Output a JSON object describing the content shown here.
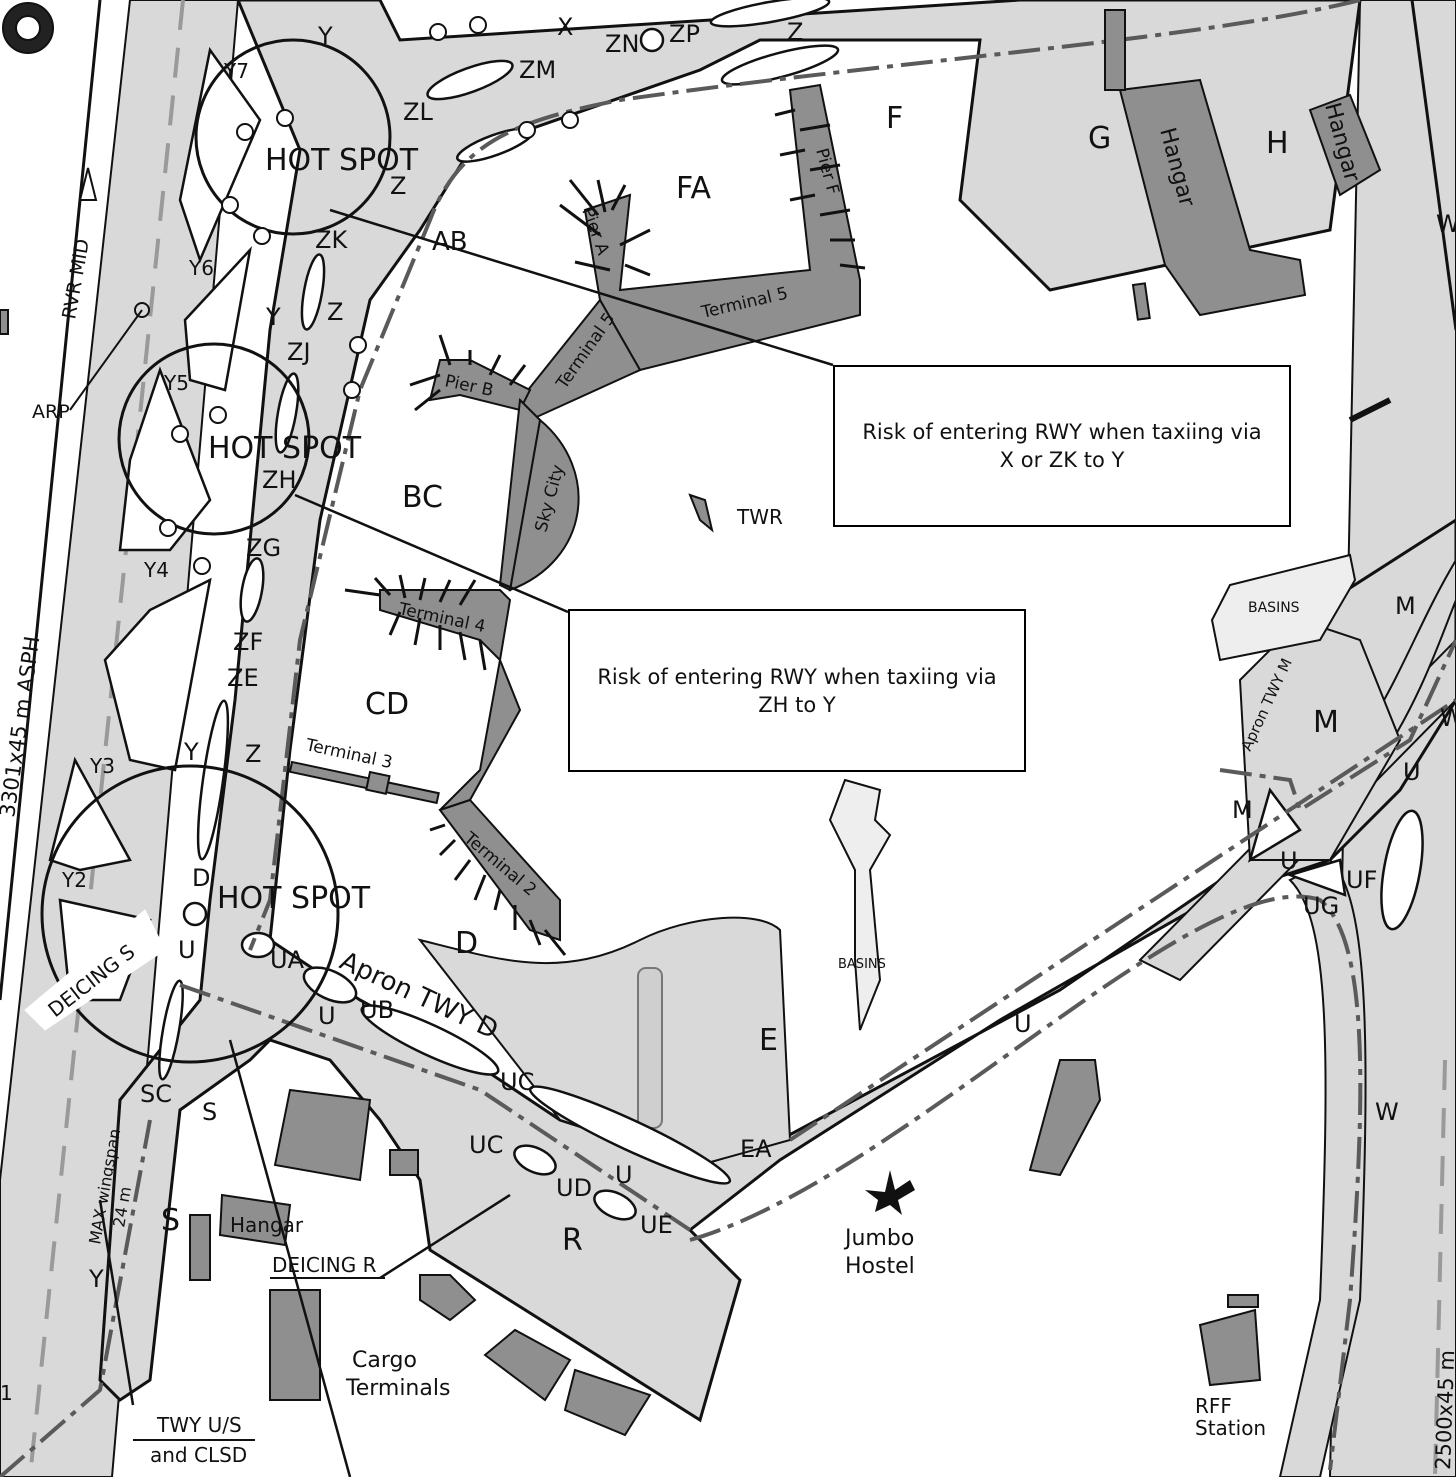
{
  "colors": {
    "pavement": "#d9d9d9",
    "building": "#8f8f8f",
    "outline": "#111111",
    "background": "#ffffff",
    "centerline_dash": "#5a5a5a",
    "runway_centerline": "#9a9a9a"
  },
  "hot_spots": [
    "HOT SPOT",
    "HOT SPOT",
    "HOT SPOT"
  ],
  "callouts": [
    {
      "text": "Risk of entering RWY when taxiing via\nX or ZK to Y"
    },
    {
      "text": "Risk of entering RWY when taxiing via\nZH to Y"
    }
  ],
  "runways": {
    "left": "3301x45 m ASPH",
    "right": "2500x45 m"
  },
  "navaids": {
    "rvr": "RVR MID",
    "arp": "ARP"
  },
  "aprons": [
    "F",
    "FA",
    "G",
    "H",
    "BC",
    "CD",
    "D",
    "E",
    "R",
    "S",
    "M"
  ],
  "apron_taxiway_d": "Apron TWY D",
  "apron_taxiway_m": "Apron TWY M",
  "taxiways": [
    "X",
    "ZN",
    "ZP",
    "Z",
    "ZM",
    "ZL",
    "Y",
    "Y7",
    "Z",
    "AB",
    "ZK",
    "Y6",
    "Y",
    "Z",
    "ZJ",
    "Y5",
    "ZH",
    "ZG",
    "Y4",
    "ZF",
    "ZE",
    "Y",
    "Z",
    "Y3",
    "Y2",
    "D",
    "U",
    "UA",
    "U",
    "UB",
    "UC",
    "UC",
    "UD",
    "U",
    "UE",
    "EA",
    "SC",
    "S",
    "Y",
    "U",
    "M",
    "M",
    "U",
    "U",
    "UF",
    "UG",
    "W",
    "W",
    "W",
    "1"
  ],
  "terminals": [
    "Terminal 5",
    "Terminal 5",
    "Terminal 4",
    "Terminal 3",
    "Terminal 2",
    "Pier A",
    "Pier B",
    "Pier F",
    "Sky City"
  ],
  "buildings": {
    "hangar_g": "Hangar",
    "hangar_h": "Hangar",
    "hangar_s": "Hangar",
    "tower": "TWR",
    "basins_1": "BASINS",
    "basins_2": "BASINS",
    "jumbo": "Jumbo\nHostel",
    "cargo": "Cargo\nTerminals",
    "rff": "RFF\nStation"
  },
  "deicing": {
    "s": "DEICING S",
    "r": "DEICING R"
  },
  "notes": {
    "max_wingspan": "MAX wingspan",
    "wingspan_value": "24 m",
    "twy_us": "TWY U/S",
    "clsd": "and CLSD"
  }
}
